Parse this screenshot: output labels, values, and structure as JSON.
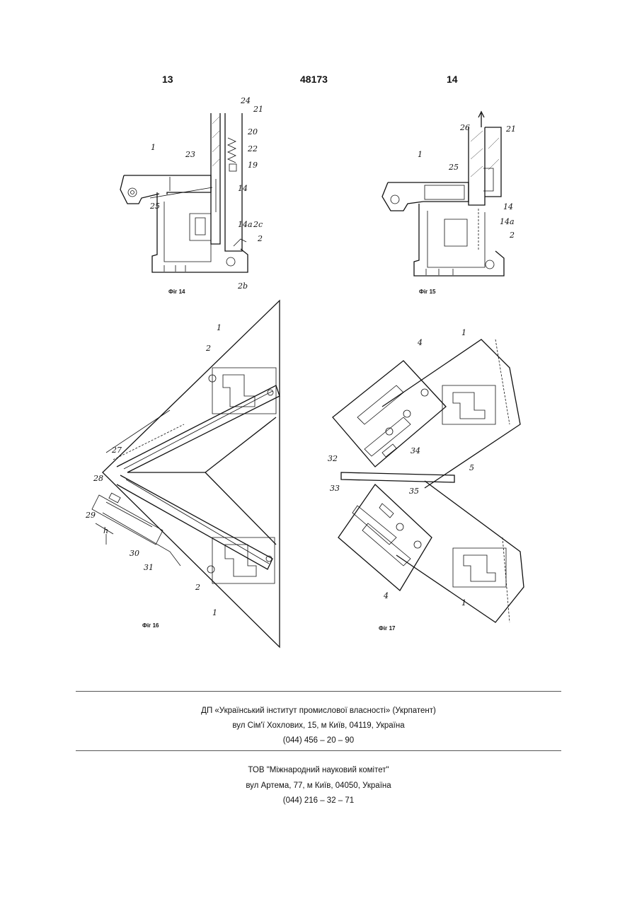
{
  "header": {
    "page_left": "13",
    "patent_number": "48173",
    "page_right": "14"
  },
  "figures": {
    "fig14": {
      "caption": "Фіг 14",
      "labels": [
        "24",
        "21",
        "20",
        "22",
        "19",
        "23",
        "1",
        "25",
        "14",
        "14a",
        "2c",
        "2",
        "2b"
      ]
    },
    "fig15": {
      "caption": "Фіг 15",
      "labels": [
        "26",
        "21",
        "1",
        "25",
        "14",
        "14a",
        "2"
      ]
    },
    "fig16": {
      "caption": "Фіг 16",
      "labels": [
        "1",
        "2",
        "27",
        "28",
        "29",
        "h",
        "30",
        "31",
        "2",
        "1"
      ]
    },
    "fig17": {
      "caption": "Фіг 17",
      "labels": [
        "4",
        "1",
        "34",
        "32",
        "5",
        "33",
        "35",
        "4",
        "1"
      ]
    }
  },
  "footer": {
    "org1": {
      "name": "ДП «Український інститут промислової власності» (Укрпатент)",
      "address": "вул  Сім'ї Хохлових, 15, м  Київ, 04119, Україна",
      "phone": "(044) 456 – 20 –  90"
    },
    "org2": {
      "name": "ТОВ \"Міжнародний науковий комітет\"",
      "address": "вул  Артема, 77, м  Київ, 04050, Україна",
      "phone": "(044) 216 – 32 – 71"
    }
  }
}
